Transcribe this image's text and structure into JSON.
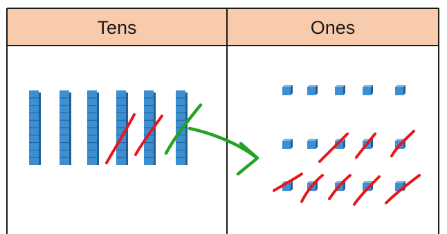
{
  "table": {
    "header_color": "#f8cbad",
    "border_color": "#1a1a1a",
    "columns": [
      {
        "title": "Tens"
      },
      {
        "title": "Ones"
      }
    ]
  },
  "tens": {
    "rod_count": 6,
    "units_per_rod": 10,
    "crossed_out_rods": [
      4,
      5,
      6
    ],
    "regrouped_rod": 6
  },
  "ones": {
    "top_row_count": 5,
    "bottom_rows": 2,
    "bottom_row_count": 5,
    "crossed_out_in_middle_row": [
      3,
      4,
      5
    ],
    "crossed_out_in_last_row": [
      1,
      2,
      3,
      4,
      5
    ]
  },
  "colors": {
    "block": "#3d8fd1",
    "block_dark": "#1f5f96",
    "cross_out": "#e8151b",
    "regroup_arrow": "#23a325"
  }
}
